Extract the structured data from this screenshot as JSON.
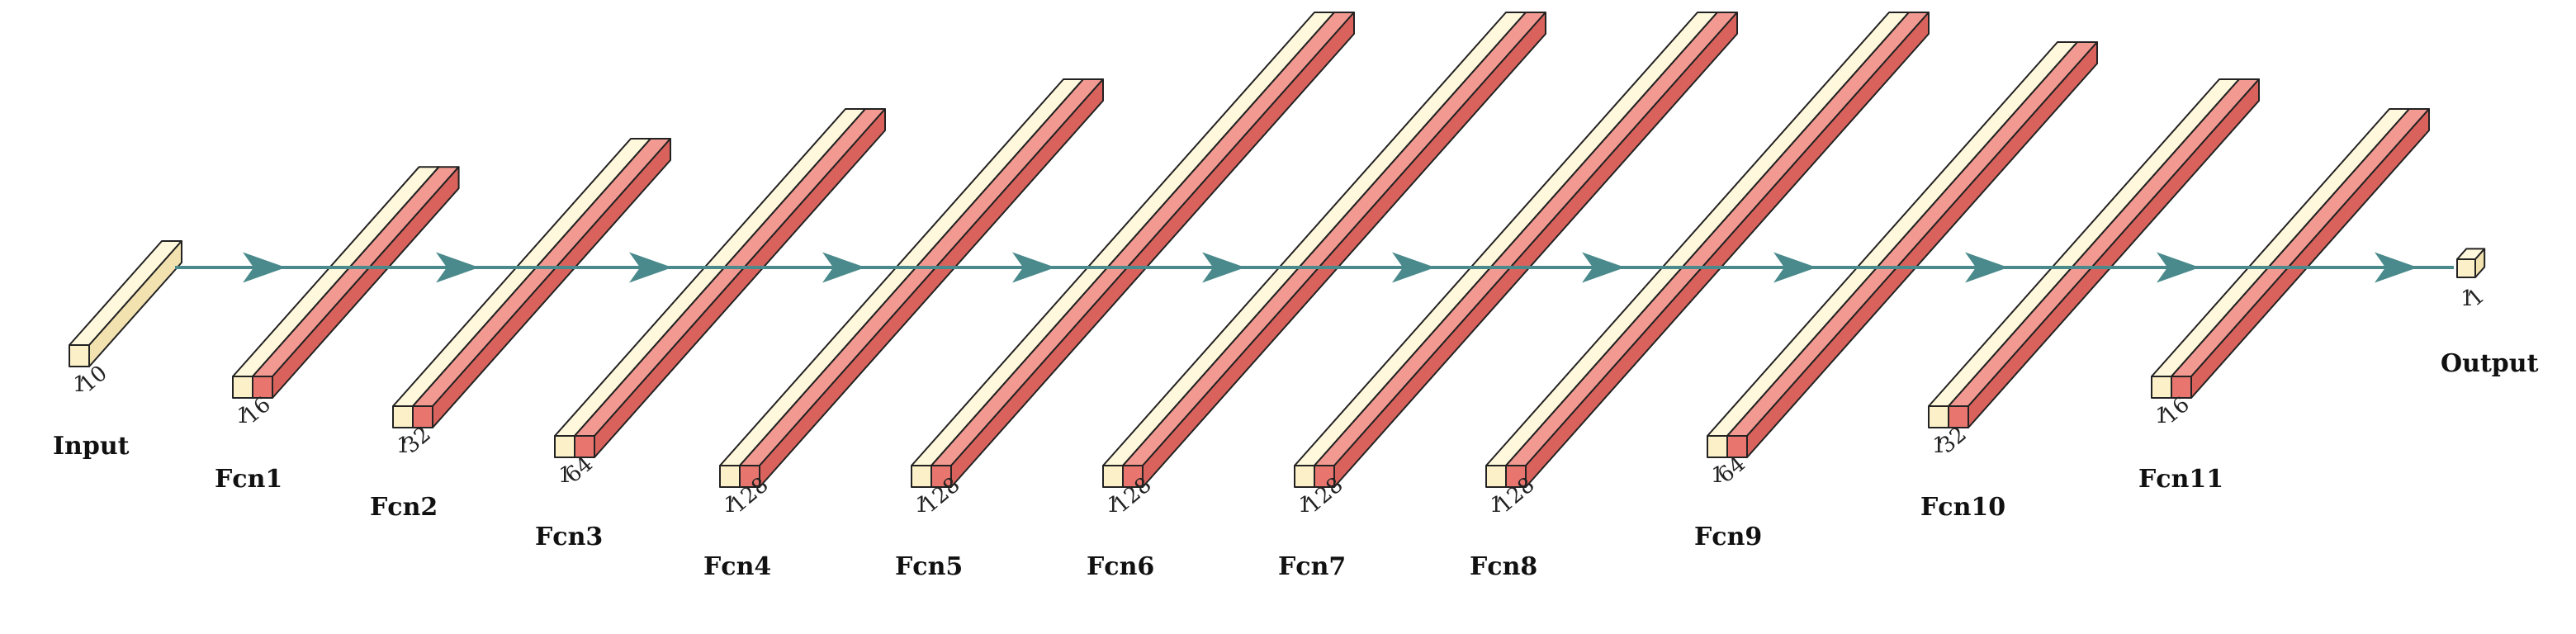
{
  "diagram": {
    "colors": {
      "front": "#fbf0c8",
      "front_top": "#fff8dc",
      "front_side": "#f2e2b0",
      "act_face": "#e8766f",
      "act_top": "#f29a92",
      "act_side": "#d9635c",
      "connector": "#4a8a8c",
      "edge": "#222222"
    },
    "layers": [
      {
        "name": "Input",
        "dims": [
          "1",
          "10"
        ],
        "activation": false
      },
      {
        "name": "Fcn1",
        "dims": [
          "1",
          "16"
        ],
        "activation": true
      },
      {
        "name": "Fcn2",
        "dims": [
          "1",
          "32"
        ],
        "activation": true
      },
      {
        "name": "Fcn3",
        "dims": [
          "1",
          "64"
        ],
        "activation": true
      },
      {
        "name": "Fcn4",
        "dims": [
          "1",
          "128"
        ],
        "activation": true
      },
      {
        "name": "Fcn5",
        "dims": [
          "1",
          "128"
        ],
        "activation": true
      },
      {
        "name": "Fcn6",
        "dims": [
          "1",
          "128"
        ],
        "activation": true
      },
      {
        "name": "Fcn7",
        "dims": [
          "1",
          "128"
        ],
        "activation": true
      },
      {
        "name": "Fcn8",
        "dims": [
          "1",
          "128"
        ],
        "activation": true
      },
      {
        "name": "Fcn9",
        "dims": [
          "1",
          "64"
        ],
        "activation": true
      },
      {
        "name": "Fcn10",
        "dims": [
          "1",
          "32"
        ],
        "activation": true
      },
      {
        "name": "Fcn11",
        "dims": [
          "1",
          "16"
        ],
        "activation": true
      },
      {
        "name": "Output",
        "dims": [
          "1",
          "1"
        ],
        "activation": false
      }
    ]
  }
}
